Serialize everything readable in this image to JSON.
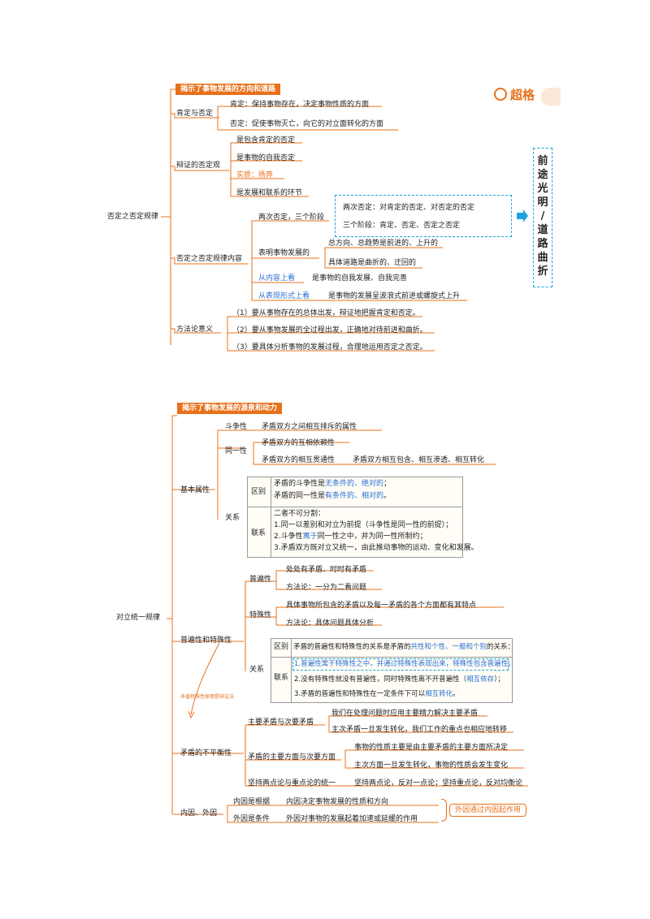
{
  "top": {
    "banner": "揭示了事物发展的方向和道路",
    "brand": "超格",
    "root": "否定之否定规律",
    "b1": {
      "label": "肯定与否定",
      "items": [
        "肯定：保持事物存在，决定事物性质的方面",
        "否定：促使事物灭亡，向它的对立面转化的方面"
      ]
    },
    "b2": {
      "label": "辩证的否定观",
      "items": [
        "是包含肯定的否定",
        "是事物的自我否定",
        "实质：扬弃",
        "是发展和联系的环节"
      ]
    },
    "b3": {
      "label": "否定之否定规律内容",
      "two": "两次否定，三个阶段",
      "two_a": "两次否定：对肯定的否定、对否定的否定",
      "two_b": "三个阶段：肯定、否定、否定之否定",
      "show": "表明事物发展的",
      "show_a": "总方向、总趋势是前进的、上升的",
      "show_b": "具体道路是曲折的、迂回的",
      "content_k": "从内容上看",
      "content_v": "是事物的自我发展、自我完善",
      "form_k": "从表现形式上看",
      "form_v": "是事物的发展呈波浪式前进或螺旋式上升"
    },
    "b4": {
      "label": "方法论意义",
      "items": [
        "（1）要从事物存在的总体出发，辩证地把握肯定和否定。",
        "（2）要从事物发展的全过程出发，正确地对待前进和曲折。",
        "（3）要具体分析事物的发展过程，合理地运用否定之否定。"
      ]
    },
    "side": [
      "前",
      "途",
      "光",
      "明",
      "/",
      "道",
      "路",
      "曲",
      "折"
    ]
  },
  "bottom": {
    "banner": "揭示了事物发展的源泉和动力",
    "root": "对立统一规律",
    "basic": {
      "label": "基本属性",
      "struggle_k": "斗争性",
      "struggle_v": "矛盾双方之间相互排斥的属性",
      "identity_k": "同一性",
      "identity_a": "矛盾双方的互相依赖性",
      "identity_b": "矛盾双方的相互贯通性",
      "identity_b2": "矛盾双方相互包含、相互渗透、相互转化",
      "rel": "关系",
      "diff": "区别",
      "diff_1a": "矛盾的斗争性是",
      "diff_1b": "无条件的、绝对的",
      "diff_1c": "；",
      "diff_2a": "矛盾的同一性是",
      "diff_2b": "有条件的、相对的",
      "diff_2c": "。",
      "link": "联系",
      "link_0": "二者不可分割：",
      "link_1": "1.同一以差别和对立为前提（斗争性是同一性的前提）；",
      "link_2a": "2.斗争性",
      "link_2b": "寓于",
      "link_2c": "同一性之中，并为同一性所制约；",
      "link_3": "3.矛盾双方既对立又统一，由此推动事物的运动、变化和发展。"
    },
    "univ": {
      "label": "普遍性和特殊性",
      "pu": "普遍性",
      "pu_a": "处处有矛盾、时时有矛盾",
      "pu_m": "方法论：一分为二看问题",
      "te": "特殊性",
      "te_a": "具体事物所包含的矛盾以及每一矛盾的各个方面都有其特点",
      "te_m": "方法论：具体问题具体分析",
      "rel": "关系",
      "diff": "区别",
      "diff_a": "矛盾的普遍性和特殊性的关系是矛盾的",
      "diff_b": "共性和个性、一般和个别",
      "diff_c": "的关系：",
      "link": "联系",
      "link_1a": "1.普遍性寓于特殊性之中",
      "link_1b": "，并通过特殊性表现出来，特殊性包含普遍性；",
      "link_2a": "2.没有特殊性就没有普遍性，同时特殊性离不开普遍性（",
      "link_2b": "相互依存",
      "link_2c": "）；",
      "link_3a": "3.矛盾的普遍性和特殊性在一定条件下可以",
      "link_3b": "相互转化",
      "link_3c": "。",
      "note": "矛盾特殊性原理是辩证法"
    },
    "imb": {
      "label": "矛盾的不平衡性",
      "main": "主要矛盾与次要矛盾",
      "main_a": "我们在处理问题时应用主要精力解决主要矛盾",
      "main_b": "主次矛盾一旦发生转化，我们工作的重点也相应地转移",
      "asp": "矛盾的主要方面与次要方面",
      "asp_a": "事物的性质主要是由主要矛盾的主要方面所决定",
      "asp_b": "主次方面一旦发生转化，事物的性质会发生变化",
      "two": "坚持两点论与重点论的统一",
      "two_a": "坚持两点论，反对一点论；坚持重点论，反对均衡论"
    },
    "cause": {
      "label": "内因、外因",
      "in_k": "内因是根据",
      "in_v": "内因决定事物发展的性质和方向",
      "out_k": "外因是条件",
      "out_v": "外因对事物的发展起着加速或延缓的作用",
      "call": "外因通过内因起作用"
    }
  },
  "colors": {
    "accent": "#e8701a",
    "blue": "#2a6fd6",
    "dash": "#1ba3e0",
    "line": "#e8701a"
  }
}
